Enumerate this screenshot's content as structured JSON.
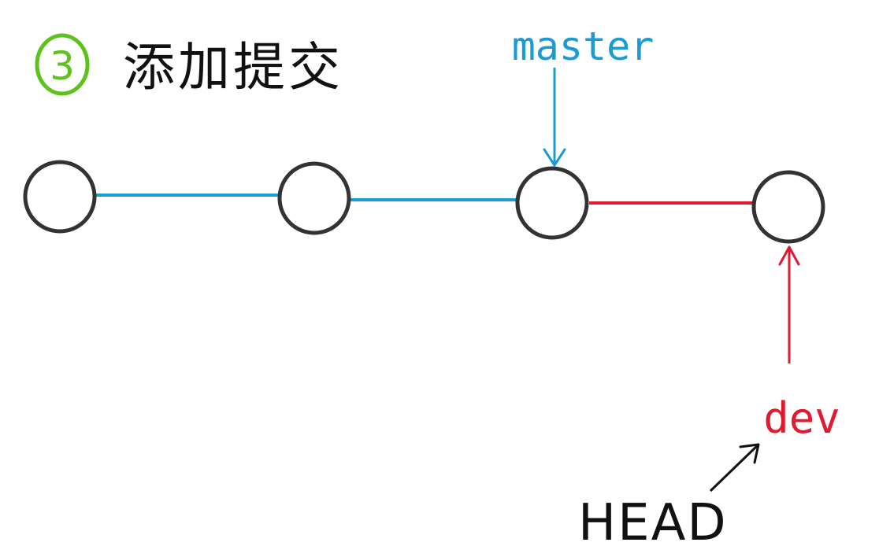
{
  "step": {
    "number": "3",
    "title": "添加提交"
  },
  "colors": {
    "step_badge": "#5cc21c",
    "master_branch": "#1a9bd4",
    "dev_branch": "#e01a30",
    "head_pointer": "#111111",
    "commit_stroke": "#333333"
  },
  "commits": [
    {
      "id": "c1"
    },
    {
      "id": "c2"
    },
    {
      "id": "c3"
    },
    {
      "id": "c4"
    }
  ],
  "refs": {
    "master": "master",
    "dev": "dev",
    "head": "HEAD"
  }
}
